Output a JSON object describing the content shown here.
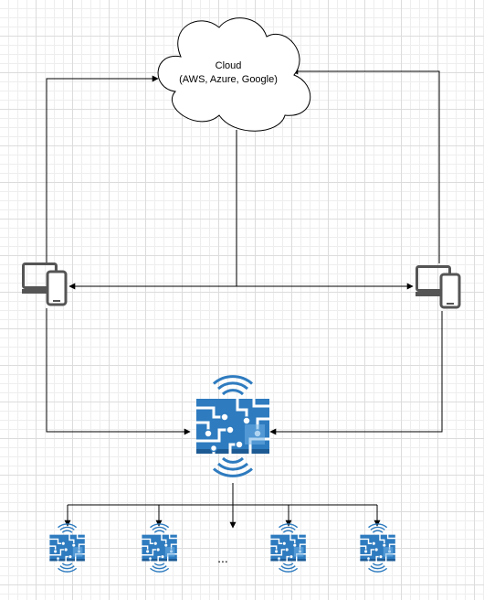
{
  "cloud": {
    "title": "Cloud",
    "subtitle": "(AWS, Azure, Google)",
    "icon": "cloud-shape"
  },
  "devices": {
    "left": {
      "icon": "devices-icon"
    },
    "right": {
      "icon": "devices-icon"
    }
  },
  "gateway": {
    "icon": "iot-chip-wireless-icon"
  },
  "iot_devices": {
    "count_shown": 4,
    "icon": "iot-chip-wireless-icon",
    "ellipsis": "..."
  },
  "colors": {
    "line": "#000000",
    "device_icon": "#555555",
    "chip_blue": "#2e7bbf",
    "chip_light": "#6fb0e6",
    "grid": "#dcdcdc"
  }
}
